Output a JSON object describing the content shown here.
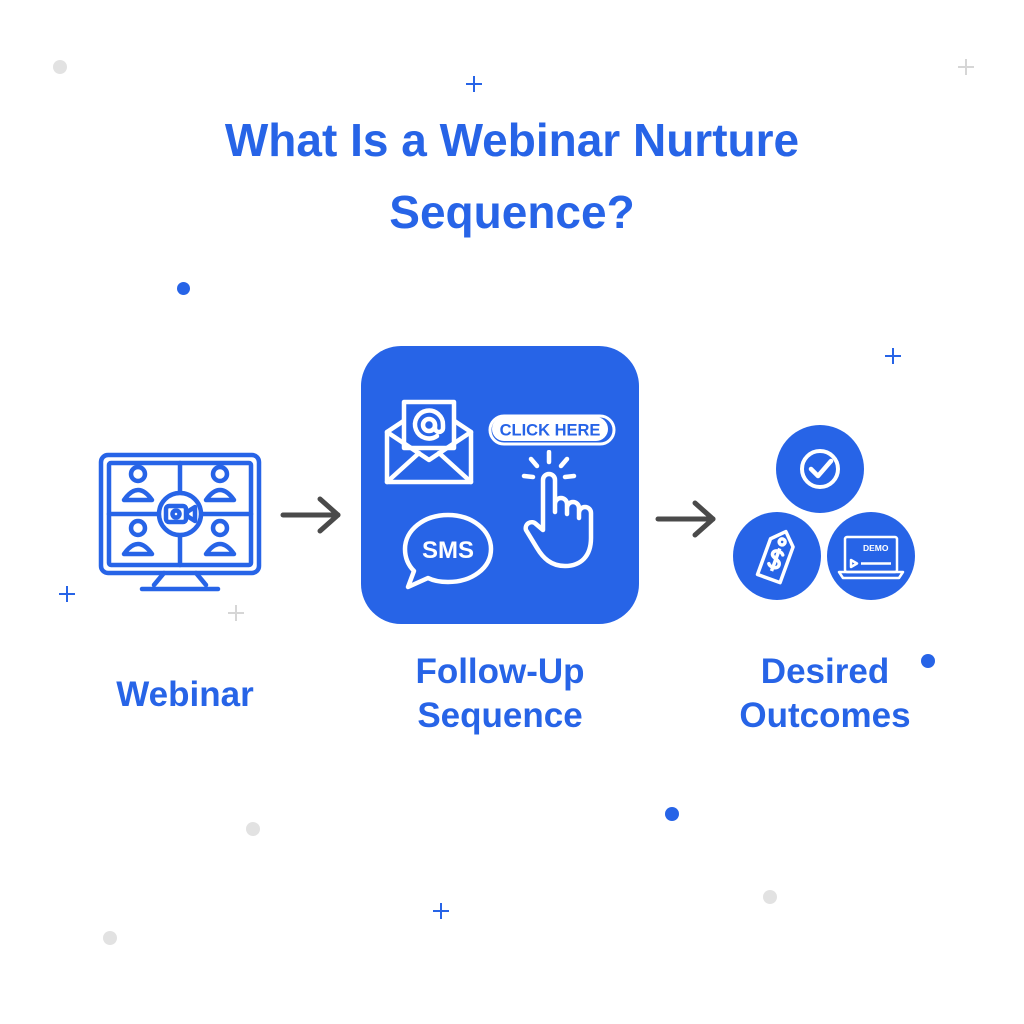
{
  "title": {
    "line1": "What Is a Webinar Nurture",
    "line2": "Sequence?"
  },
  "steps": [
    {
      "label": [
        "Webinar"
      ],
      "icon": "video-conference-monitor-icon"
    },
    {
      "label": [
        "Follow-Up",
        "Sequence"
      ],
      "icons": [
        "email-envelope-icon",
        "click-here-button-icon",
        "sms-bubble-icon",
        "pointing-hand-icon"
      ]
    },
    {
      "label": [
        "Desired",
        "Outcomes"
      ],
      "icons": [
        "checkmark-icon",
        "price-tag-icon",
        "demo-laptop-icon"
      ]
    }
  ],
  "follow_up": {
    "click_here_text": "CLICK HERE",
    "sms_text": "SMS"
  },
  "outcomes": {
    "demo_text": "DEMO"
  },
  "colors": {
    "brand_blue": "#2764e7",
    "arrow_gray": "#4a4a4a",
    "deco_gray": "#e2e2e2"
  }
}
